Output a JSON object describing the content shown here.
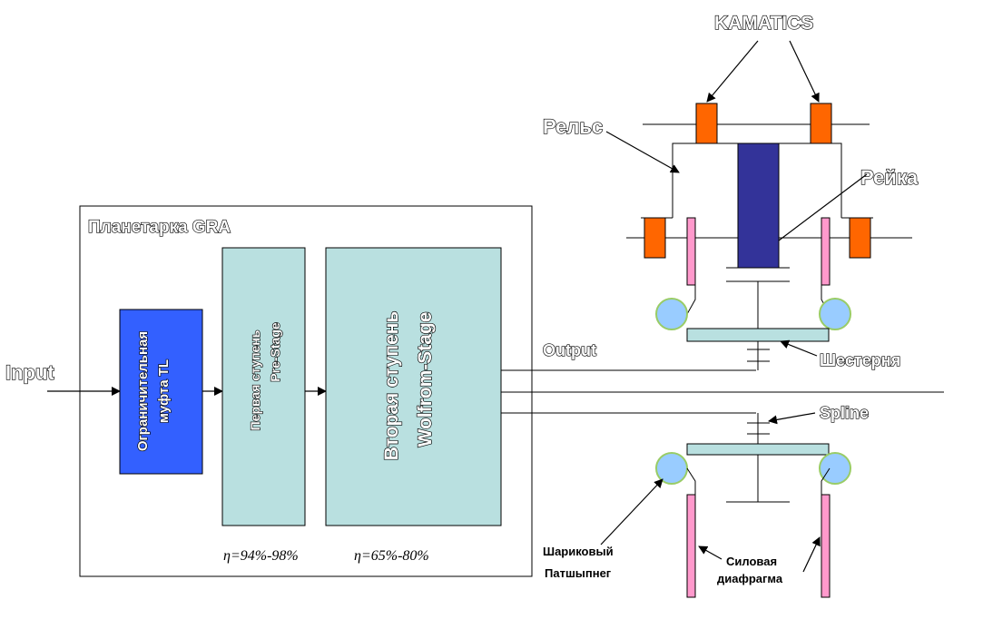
{
  "labels": {
    "input": "Input",
    "output": "Output",
    "planetarka": "Планетарка GRA",
    "tl_line1": "Ограничительная",
    "tl_line2": "муфта TL",
    "pre_line1": "Первая ступень",
    "pre_line2": "Pre-Stage",
    "wolf_line1": "Вторая ступень",
    "wolf_line2": "Wolfrom-Stage",
    "eta1": "η=94%-98%",
    "eta2": "η=65%-80%",
    "kamatics": "KAMATICS",
    "rels": "Рельс",
    "reika": "Рейка",
    "shesternya": "Шестерня",
    "spline": "Spline",
    "bearing_line1": "Шариковый",
    "bearing_line2": "Патшыпнег",
    "diaphragm_line1": "Силовая",
    "diaphragm_line2": "диафрагма"
  },
  "colors": {
    "tl_block": "#3360ff",
    "stage_block": "#b9e0e0",
    "rack": "#333399",
    "pad": "#ff6600",
    "diaphragm": "#ff99cc",
    "ball": "#99ccff",
    "ball_ring": "#99cc66"
  }
}
